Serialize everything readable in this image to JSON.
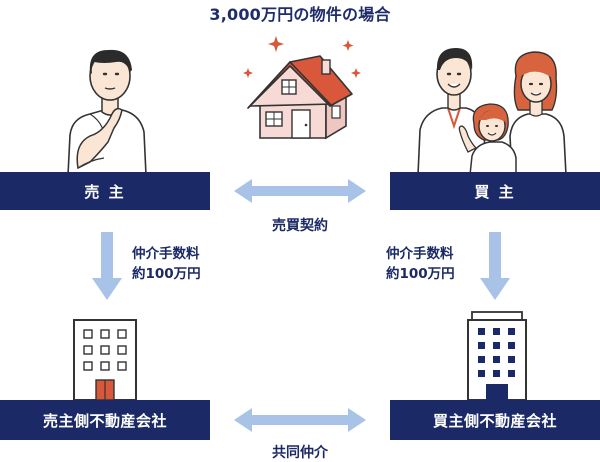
{
  "title": "3,000万円の物件の場合",
  "seller_label": "売 主",
  "buyer_label": "買 主",
  "contract_label": "売買契約",
  "seller_fee": {
    "line1": "仲介手数料",
    "line2": "約100万円"
  },
  "buyer_fee": {
    "line1": "仲介手数料",
    "line2": "約100万円"
  },
  "seller_agency_label": "売主側不動産会社",
  "buyer_agency_label": "買主側不動産会社",
  "joint_label": "共同仲介",
  "colors": {
    "navy": "#1b2a66",
    "arrow": "#a9c2e8",
    "roof": "#d9573a",
    "house_wall": "#f7dad5",
    "sparkle": "#d9573a",
    "skin": "#fbe6d6",
    "hair_dark": "#2b2b2b",
    "hair_red": "#d8643f",
    "building_door": "#d9573a"
  },
  "icons": [
    "thinking-man-icon",
    "house-icon",
    "sparkle-icon",
    "family-icon",
    "office-building-icon",
    "double-arrow-icon",
    "down-arrow-icon"
  ]
}
